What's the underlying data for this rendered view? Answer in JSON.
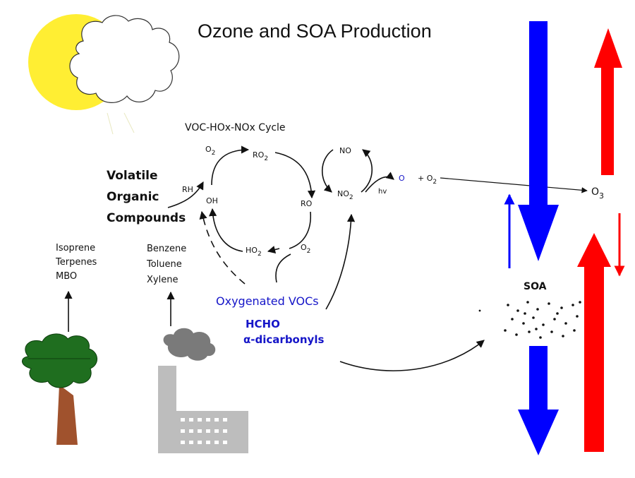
{
  "title": "Ozone and SOA Production",
  "cycle_title": "VOC-HOx-NOx Cycle",
  "voc": {
    "line1": "Volatile",
    "line2": "Organic",
    "line3": "Compounds"
  },
  "biogenic": [
    "Isoprene",
    "Terpenes",
    "MBO"
  ],
  "anthropogenic": [
    "Benzene",
    "Toluene",
    "Xylene"
  ],
  "species": {
    "rh": "RH",
    "oh": "OH",
    "o2_top": "O",
    "o2_top_sub": "2",
    "ro2": "RO",
    "ro2_sub": "2",
    "ro": "RO",
    "o2_right": "O",
    "o2_right_sub": "2",
    "ho2": "HO",
    "ho2_sub": "2",
    "no": "NO",
    "no2": "NO",
    "no2_sub": "2",
    "hv": "hv",
    "o": "O",
    "plus_o2": "+ O",
    "plus_o2_sub": "2",
    "o3": "O",
    "o3_sub": "3"
  },
  "oxygenated": "Oxygenated VOCs",
  "hcho": "HCHO",
  "dicarbonyls": "α-dicarbonyls",
  "soa": "SOA",
  "colors": {
    "blue": "#0000ff",
    "red": "#ff0000",
    "label_blue": "#1515c8",
    "sun": "#ffee33",
    "tree": "#1f6e1f",
    "trunk": "#a0522d",
    "factory": "#bdbdbd",
    "smoke": "#7a7a7a"
  }
}
